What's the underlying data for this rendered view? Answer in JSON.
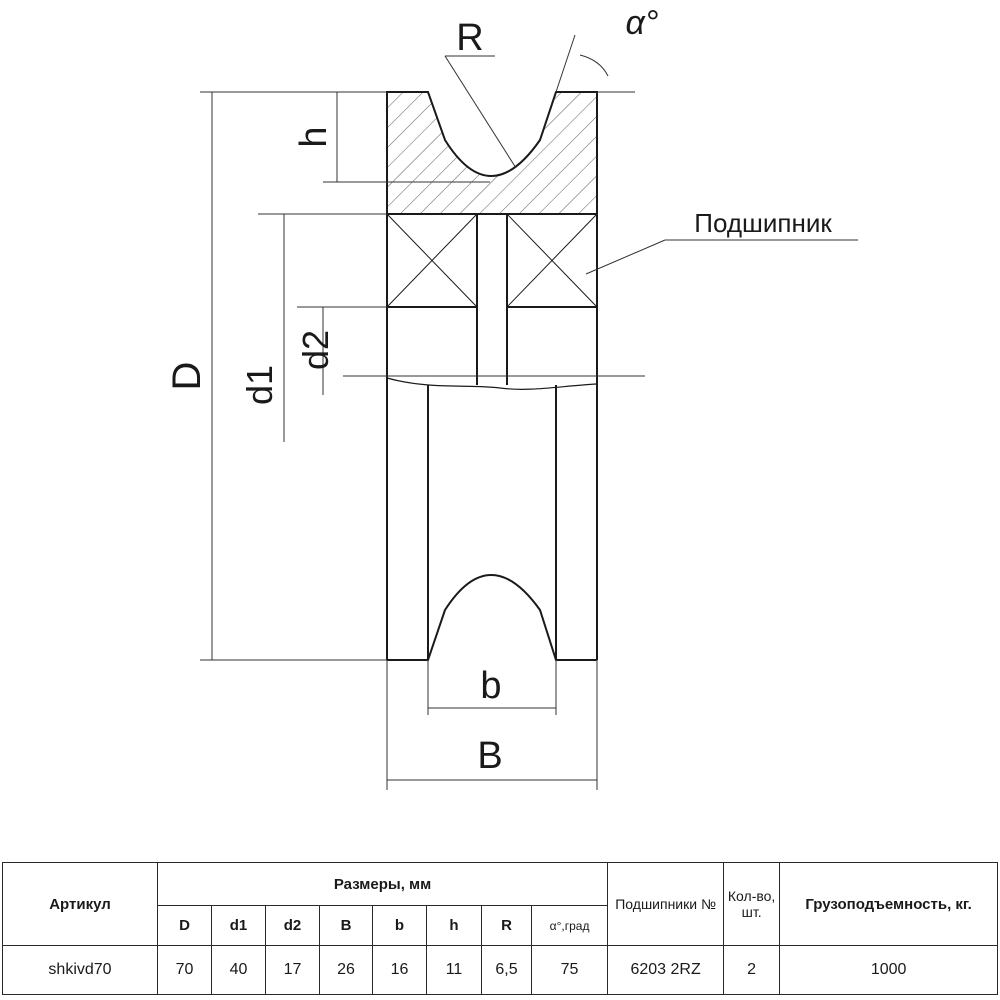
{
  "drawing": {
    "labels": {
      "R": "R",
      "alpha": "α°",
      "h": "h",
      "D": "D",
      "d1": "d1",
      "d2": "d2",
      "b": "b",
      "B": "B",
      "bearing": "Подшипник"
    }
  },
  "table": {
    "headers": {
      "article": "Артикул",
      "dimensions": "Размеры, мм",
      "bearings": "Подшипники №",
      "qty": "Кол-во, шт.",
      "capacity": "Грузоподъемность, кг."
    },
    "sub_headers": [
      "D",
      "d1",
      "d2",
      "B",
      "b",
      "h",
      "R",
      "α°,град"
    ],
    "row": {
      "article": "shkivd70",
      "values": [
        "70",
        "40",
        "17",
        "26",
        "16",
        "11",
        "6,5",
        "75"
      ],
      "bearing": "6203 2RZ",
      "qty": "2",
      "capacity": "1000"
    }
  }
}
